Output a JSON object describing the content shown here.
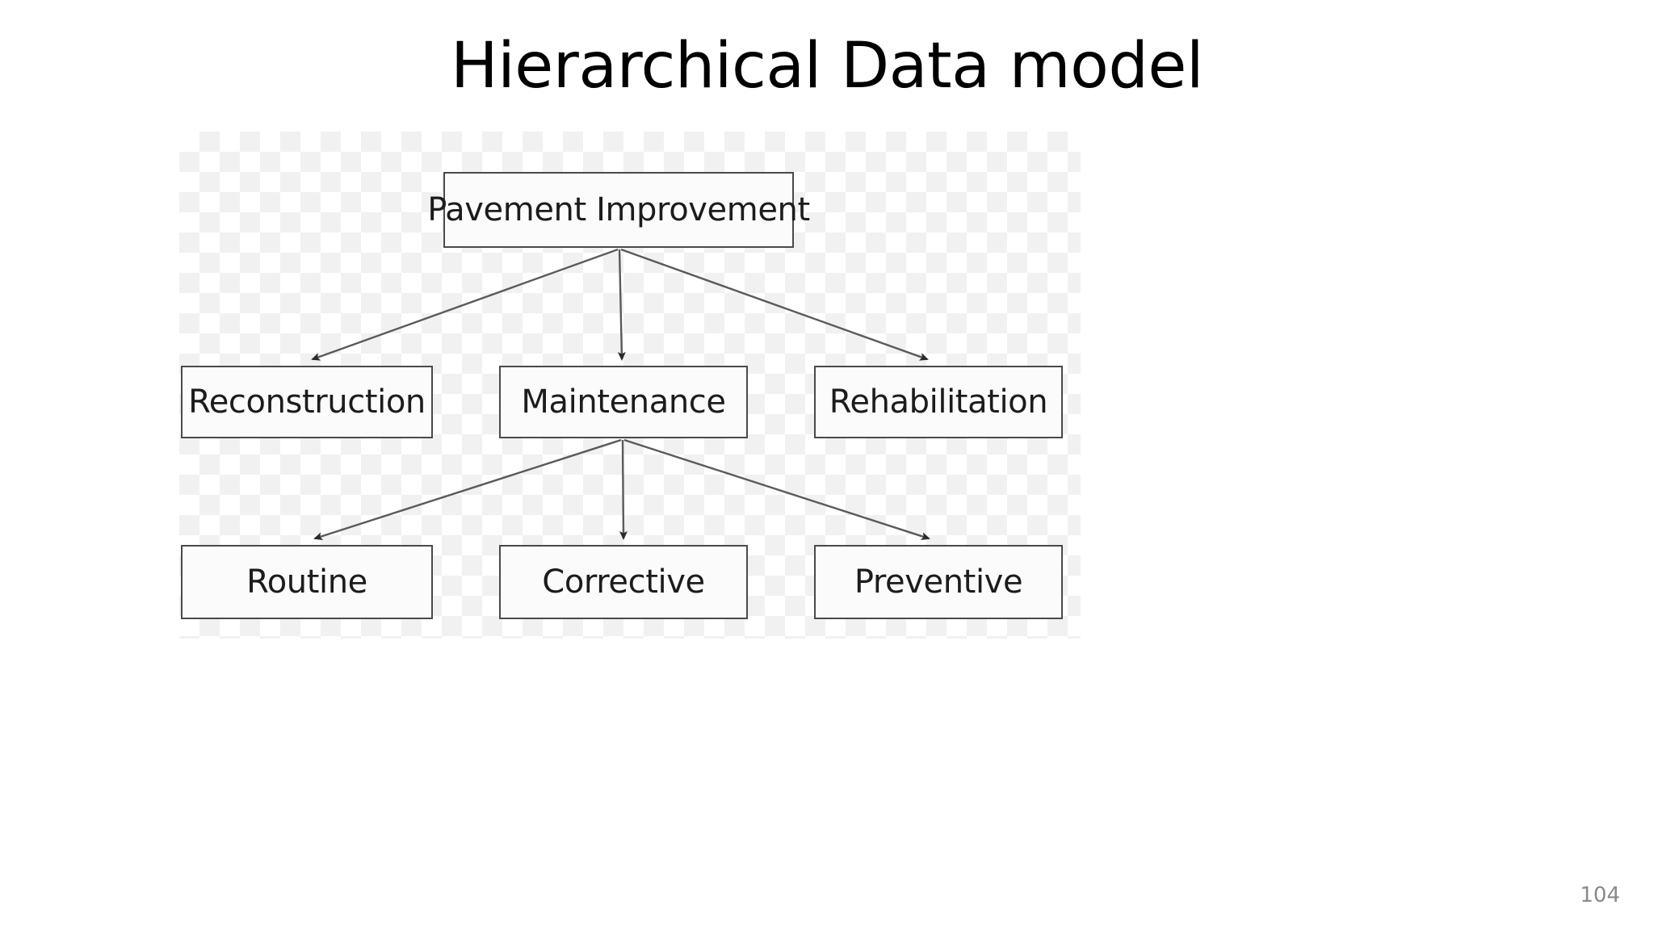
{
  "slide": {
    "title": "Hierarchical Data model",
    "page_number": "104"
  },
  "diagram": {
    "type": "hierarchy-tree",
    "levels": 3,
    "nodes": {
      "root": {
        "id": "pavement-improvement",
        "label": "Pavement Improvement",
        "level": 1
      },
      "mid": [
        {
          "id": "reconstruction",
          "label": "Reconstruction",
          "level": 2
        },
        {
          "id": "maintenance",
          "label": "Maintenance",
          "level": 2
        },
        {
          "id": "rehabilitation",
          "label": "Rehabilitation",
          "level": 2
        }
      ],
      "leaf": [
        {
          "id": "routine",
          "label": "Routine",
          "level": 3
        },
        {
          "id": "corrective",
          "label": "Corrective",
          "level": 3
        },
        {
          "id": "preventive",
          "label": "Preventive",
          "level": 3
        }
      ]
    },
    "edges": [
      {
        "from": "pavement-improvement",
        "to": "reconstruction",
        "style": "arrow"
      },
      {
        "from": "pavement-improvement",
        "to": "maintenance",
        "style": "arrow"
      },
      {
        "from": "pavement-improvement",
        "to": "rehabilitation",
        "style": "arrow"
      },
      {
        "from": "maintenance",
        "to": "routine",
        "style": "arrow"
      },
      {
        "from": "maintenance",
        "to": "corrective",
        "style": "arrow"
      },
      {
        "from": "maintenance",
        "to": "preventive",
        "style": "arrow"
      }
    ],
    "colors": {
      "box_border": "#4a4a4a",
      "box_fill": "#fbfbfb",
      "text": "#1c1c1c",
      "edge": "#5a5a5a",
      "checker_light": "#ffffff",
      "checker_dark": "#f1f1f1"
    }
  }
}
